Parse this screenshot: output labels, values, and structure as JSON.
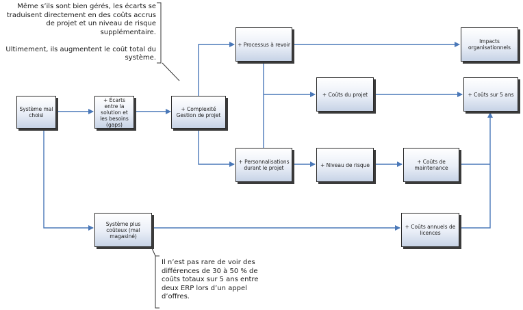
{
  "nodes": {
    "systeme_mal_choisi": "Système mal choisi",
    "ecarts": "+ Écarts entre la solution et les besoins (gaps)",
    "complexite": "+ Complexité Gestion de projet",
    "processus": "+ Processus à revoir",
    "impacts": "Impacts organisationnels",
    "couts_projet": "+ Coûts du projet",
    "couts_5ans": "+ Coûts sur 5 ans",
    "personnalisations": "+ Personnalisations durant le projet",
    "niveau_risque": "+ Niveau de risque",
    "couts_maintenance": "+ Coûts de maintenance",
    "systeme_couteux": "Système plus coûteux (mal magasiné)",
    "couts_licences": "+ Coûts annuels de licences"
  },
  "callouts": {
    "top": "Même s’ils sont bien gérés, les écarts se traduisent directement en des coûts accrus de projet et un niveau de risque supplémentaire.\n\nUltimement, ils augmentent le coût total du système.",
    "bottom": "Il n’est pas rare de voir des différences de 30 à 50 % de coûts totaux sur 5 ans entre deux ERP lors d’un appel d’offres."
  },
  "colors": {
    "connector": "#4a78b8",
    "bracket": "#333333"
  }
}
